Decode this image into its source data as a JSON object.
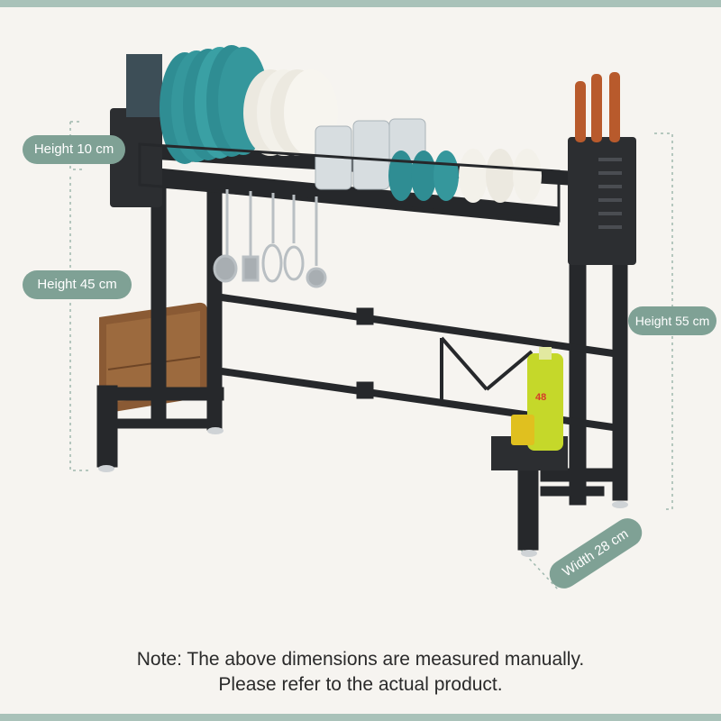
{
  "labels": {
    "height_10": "Height 10 cm",
    "height_45": "Height 45 cm",
    "height_55": "Height 55 cm",
    "width_28": "Width 28 cm"
  },
  "note": {
    "line1": "Note: The above dimensions are measured manually.",
    "line2": "Please refer to the actual product."
  },
  "colors": {
    "accent": "#7fa195",
    "band": "#a9c2b9",
    "background": "#f6f4f0",
    "rack": "#26282b",
    "plate_teal": "#2f8d93",
    "plate_white": "#f3f1ea",
    "board_wood": "#8a5a34"
  },
  "product_text": {
    "bottle_label": "48"
  }
}
